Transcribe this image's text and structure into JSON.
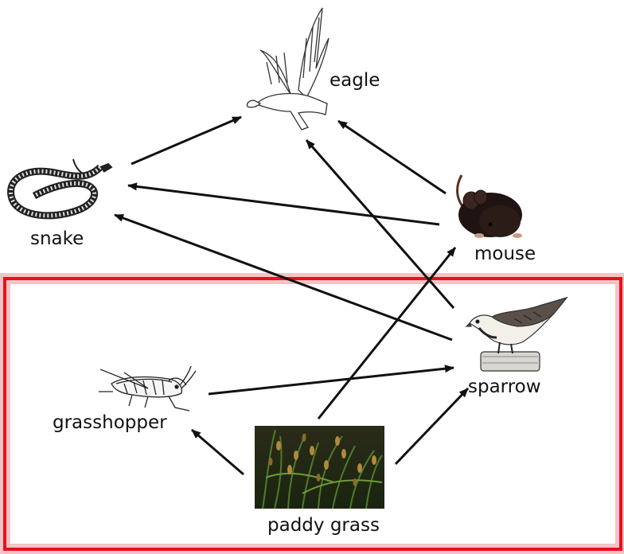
{
  "title": "",
  "organisms": {
    "eagle": {
      "label": "eagle",
      "icon": "eagle-icon"
    },
    "snake": {
      "label": "snake",
      "icon": "snake-icon"
    },
    "mouse": {
      "label": "mouse",
      "icon": "mouse-icon"
    },
    "sparrow": {
      "label": "sparrow",
      "icon": "sparrow-icon"
    },
    "grasshopper": {
      "label": "grasshopper",
      "icon": "grasshopper-icon"
    },
    "paddy_grass": {
      "label": "paddy grass",
      "icon": "paddy-grass-photo"
    }
  },
  "arrows": [
    {
      "from": "snake",
      "to": "eagle"
    },
    {
      "from": "mouse",
      "to": "eagle"
    },
    {
      "from": "sparrow",
      "to": "eagle"
    },
    {
      "from": "mouse",
      "to": "snake"
    },
    {
      "from": "sparrow",
      "to": "snake"
    },
    {
      "from": "paddy_grass",
      "to": "mouse"
    },
    {
      "from": "paddy_grass",
      "to": "sparrow"
    },
    {
      "from": "paddy_grass",
      "to": "grasshopper"
    },
    {
      "from": "grasshopper",
      "to": "sparrow"
    }
  ],
  "highlight": {
    "color": "#e8101a",
    "encloses": [
      "grasshopper",
      "paddy_grass",
      "sparrow"
    ]
  }
}
